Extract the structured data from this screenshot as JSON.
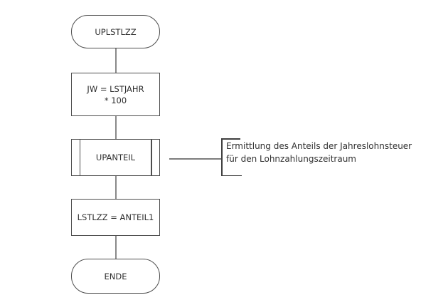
{
  "flowchart": {
    "title": "UPLSTLZZ subroutine flowchart",
    "colors": {
      "background": "#ffffff",
      "shape_border": "#4d4d4d",
      "connector": "#8a8a8a",
      "text": "#2e2e2e"
    },
    "start": {
      "shape": "terminator",
      "label": "UPLSTLZZ"
    },
    "step1": {
      "shape": "process",
      "line1": "JW = LSTJAHR",
      "line2": "* 100"
    },
    "subroutine": {
      "shape": "predefined-process",
      "label": "UPANTEIL"
    },
    "step2": {
      "shape": "process",
      "label": "LSTLZZ = ANTEIL1"
    },
    "end": {
      "shape": "terminator",
      "label": "ENDE"
    },
    "edges": [
      {
        "from": "start",
        "to": "step1"
      },
      {
        "from": "step1",
        "to": "subroutine"
      },
      {
        "from": "subroutine",
        "to": "step2"
      },
      {
        "from": "step2",
        "to": "end"
      },
      {
        "from": "subroutine",
        "to": "annotation",
        "direction": "right"
      }
    ],
    "annotation": {
      "target": "subroutine",
      "line1": "Ermittlung des Anteils der Jahreslohnsteuer",
      "line2": "für den Lohnzahlungszeitraum"
    }
  }
}
